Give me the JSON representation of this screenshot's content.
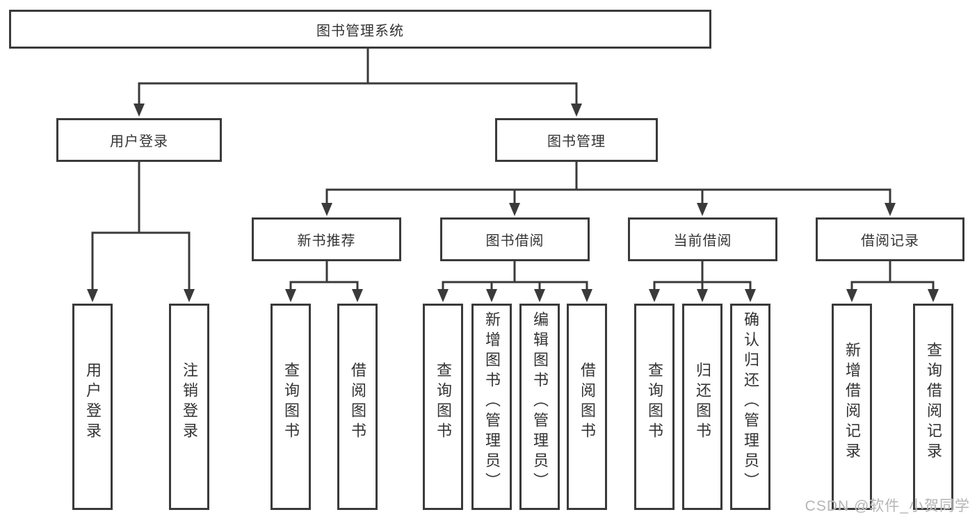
{
  "diagram": {
    "title": "图书管理系统",
    "branches": [
      {
        "label": "用户登录",
        "children": [
          "用户登录",
          "注销登录"
        ]
      },
      {
        "label": "图书管理",
        "children": [
          {
            "label": "新书推荐",
            "children": [
              "查询图书",
              "借阅图书"
            ]
          },
          {
            "label": "图书借阅",
            "children": [
              "查询图书",
              "新增图书（管理员）",
              "编辑图书（管理员）",
              "借阅图书"
            ]
          },
          {
            "label": "当前借阅",
            "children": [
              "查询图书",
              "归还图书",
              "确认归还（管理员）"
            ]
          },
          {
            "label": "借阅记录",
            "children": [
              "新增借阅记录",
              "查询借阅记录"
            ]
          }
        ]
      }
    ]
  },
  "watermark": {
    "text": "CSDN @软件_小贺同学"
  },
  "colors": {
    "line": "#3a3a3a",
    "text": "#333333",
    "watermark": "#b5b5b5",
    "background": "#ffffff"
  }
}
